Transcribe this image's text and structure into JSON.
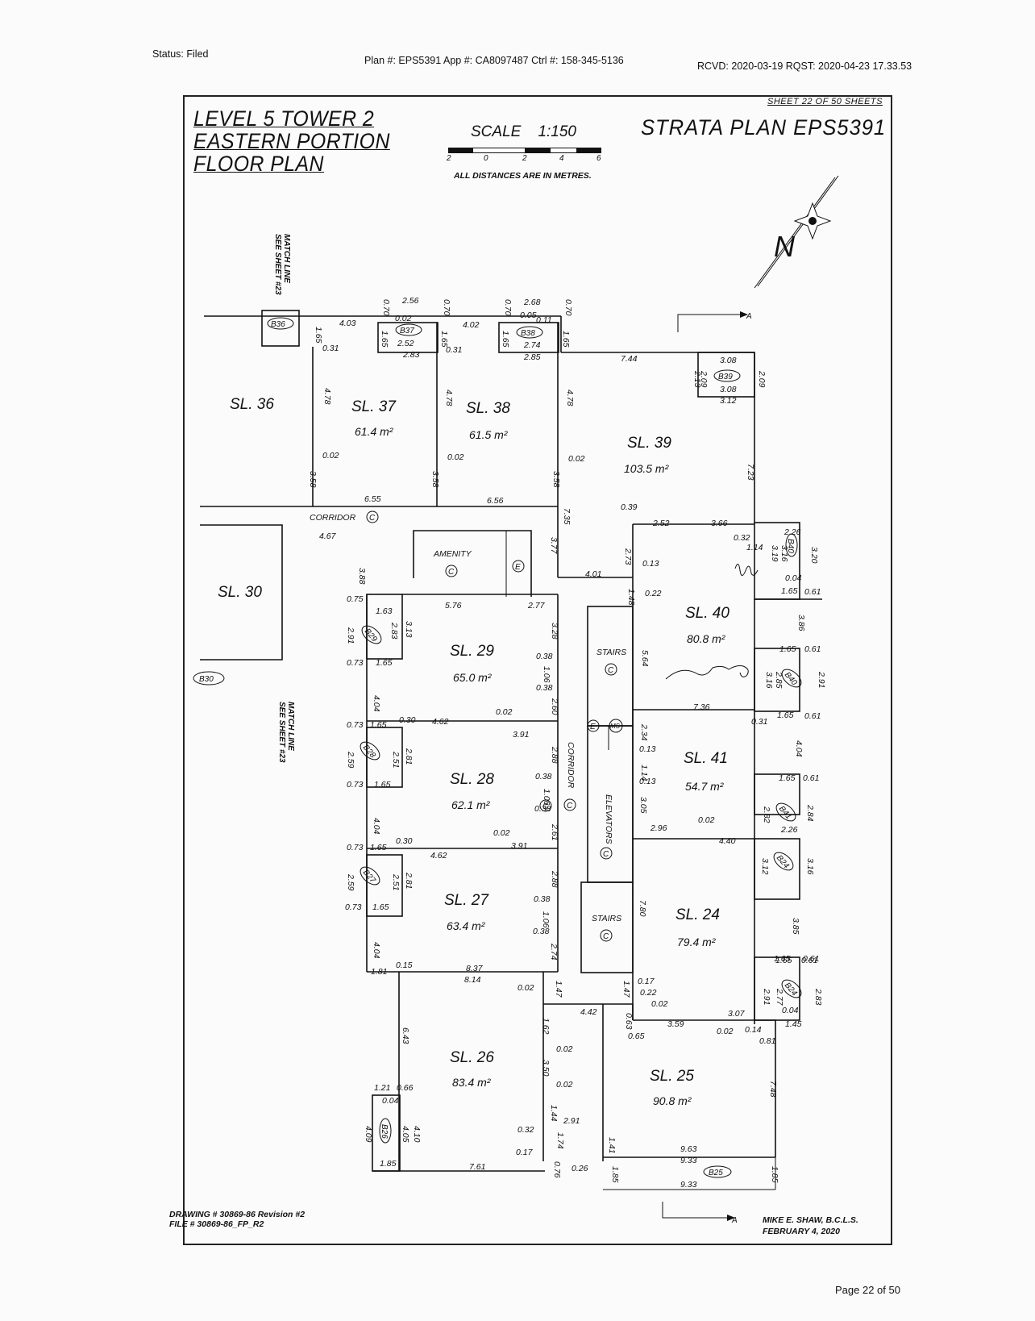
{
  "header": {
    "status": "Status: Filed",
    "plan_info": "Plan #: EPS5391 App #: CA8097487 Ctrl #: 158-345-5136",
    "received": "RCVD: 2020-03-19 RQST: 2020-04-23 17.33.53"
  },
  "sheet": {
    "sheet_no": "SHEET 22 OF 50 SHEETS",
    "title_lines": [
      "LEVEL 5 TOWER 2",
      "EASTERN PORTION",
      "FLOOR PLAN"
    ],
    "strata_plan": "STRATA PLAN EPS5391",
    "scale_label": "SCALE",
    "scale_value": "1:150",
    "scale_ticks": [
      "2",
      "0",
      "2",
      "4",
      "6"
    ],
    "scale_note": "ALL DISTANCES ARE IN METRES.",
    "north": "N"
  },
  "match_lines": {
    "top": [
      "MATCH LINE",
      "SEE SHEET #23"
    ],
    "bottom": [
      "MATCH LINE",
      "SEE SHEET #23"
    ]
  },
  "lots": [
    {
      "id": "SL. 36",
      "area": ""
    },
    {
      "id": "SL. 37",
      "area": "61.4 m²"
    },
    {
      "id": "SL. 38",
      "area": "61.5 m²"
    },
    {
      "id": "SL. 39",
      "area": "103.5 m²"
    },
    {
      "id": "SL. 30",
      "area": ""
    },
    {
      "id": "SL. 40",
      "area": "80.8 m²"
    },
    {
      "id": "SL. 29",
      "area": "65.0 m²"
    },
    {
      "id": "SL. 41",
      "area": "54.7 m²"
    },
    {
      "id": "SL. 28",
      "area": "62.1 m²"
    },
    {
      "id": "SL. 27",
      "area": "63.4 m²"
    },
    {
      "id": "SL. 24",
      "area": "79.4 m²"
    },
    {
      "id": "SL. 26",
      "area": "83.4 m²"
    },
    {
      "id": "SL. 25",
      "area": "90.8 m²"
    }
  ],
  "common": {
    "corridor_top": "CORRIDOR",
    "amenity": "AMENITY",
    "stairs_1": "STAIRS",
    "stairs_2": "STAIRS",
    "elevators": "ELEVATORS",
    "corridor_vertical": "CORRIDOR",
    "circle_c": "C",
    "circle_e": "E",
    "circle_ms": "MS",
    "section_arrow": "A"
  },
  "storage": [
    "B36",
    "B37",
    "B38",
    "B39",
    "B30",
    "B40",
    "B29",
    "B28",
    "B27",
    "B40",
    "B41",
    "B24",
    "B24",
    "B26",
    "B25"
  ],
  "dims": {
    "d_403": "4.03",
    "d_402": "4.02",
    "d_256": "2.56",
    "d_268": "2.68",
    "d_002a": "0.02",
    "d_005": "0.05",
    "d_011": "0.11",
    "d_252": "2.52",
    "d_283": "2.83",
    "d_274": "2.74",
    "d_285": "2.85",
    "d_031a": "0.31",
    "d_031b": "0.31",
    "d_070a": "0.70",
    "d_070b": "0.70",
    "d_070c": "0.70",
    "d_070d": "0.70",
    "d_165a": "1.65",
    "d_165b": "1.65",
    "d_165c": "1.65",
    "d_165d": "1.65",
    "d_165e": "1.65",
    "d_478a": "4.78",
    "d_478b": "4.78",
    "d_478c": "4.78",
    "d_744": "7.44",
    "d_308a": "3.08",
    "d_308b": "3.08",
    "d_312": "3.12",
    "d_209a": "2.09",
    "d_209b": "2.09",
    "d_213": "2.13",
    "d_358a": "3.58",
    "d_358b": "3.58",
    "d_358c": "3.58",
    "d_002b": "0.02",
    "d_002c": "0.02",
    "d_002d": "0.02",
    "d_655": "6.55",
    "d_656": "6.56",
    "d_735": "7.35",
    "d_723": "7.23",
    "d_467": "4.67",
    "d_377": "3.77",
    "d_039": "0.39",
    "d_252b": "2.52",
    "d_366": "3.66",
    "d_032": "0.32",
    "d_114": "1.14",
    "d_226": "2.26",
    "d_316": "3.16",
    "d_319": "3.19",
    "d_320": "3.20",
    "d_004": "0.04",
    "d_165f": "1.65",
    "d_061a": "0.61",
    "d_388": "3.88",
    "d_075": "0.75",
    "d_163": "1.63",
    "d_283b": "2.83",
    "d_313": "3.13",
    "d_291": "2.91",
    "d_576": "5.76",
    "d_277": "2.77",
    "d_401": "4.01",
    "d_273": "2.73",
    "d_013a": "0.13",
    "d_022a": "0.22",
    "d_148": "1.48",
    "d_073a": "0.73",
    "d_165g": "1.65",
    "d_328": "3.28",
    "d_038a": "0.38",
    "d_106a": "1.06",
    "d_038b": "0.38",
    "d_564": "5.64",
    "d_386": "3.86",
    "d_165h": "1.65",
    "d_061b": "0.61",
    "d_285b": "2.85",
    "d_316b": "3.16",
    "d_291b": "2.91",
    "d_736": "7.36",
    "d_031c": "0.31",
    "d_165i": "1.65",
    "d_061c": "0.61",
    "d_404a": "4.04",
    "d_073b": "0.73",
    "d_165j": "1.65",
    "d_030a": "0.30",
    "d_462a": "4.62",
    "d_002e": "0.02",
    "d_391a": "3.91",
    "d_260": "2.60",
    "d_234": "2.34",
    "d_013b": "0.13",
    "d_114b": "1.14",
    "d_013c": "0.13",
    "d_404b": "4.04",
    "d_259a": "2.59",
    "d_281a": "2.81",
    "d_251a": "2.51",
    "d_073c": "0.73",
    "d_165k": "1.65",
    "d_288a": "2.88",
    "d_038c": "0.38",
    "d_106b": "1.06",
    "d_038d": "0.38",
    "d_261": "2.61",
    "d_305": "3.05",
    "d_296": "2.96",
    "d_002f": "0.02",
    "d_440": "4.40",
    "d_282": "2.82",
    "d_284": "2.84",
    "d_226b": "2.26",
    "d_165l": "1.65",
    "d_061d": "0.61",
    "d_404c": "4.04",
    "d_073d": "0.73",
    "d_165m": "1.65",
    "d_030b": "0.30",
    "d_462b": "4.62",
    "d_002g": "0.02",
    "d_391b": "3.91",
    "d_312b": "3.12",
    "d_316c": "3.16",
    "d_259b": "2.59",
    "d_281b": "2.81",
    "d_251b": "2.51",
    "d_073e": "0.73",
    "d_165n": "1.65",
    "d_288b": "2.88",
    "d_038e": "0.38",
    "d_106c": "1.06",
    "d_038f": "0.38",
    "d_274b": "2.74",
    "d_780": "7.80",
    "d_385": "3.85",
    "d_165o": "1.65",
    "d_061e": "0.61",
    "d_404d": "4.04",
    "d_181": "1.81",
    "d_015": "0.15",
    "d_837": "8.37",
    "d_814": "8.14",
    "d_002h": "0.02",
    "d_147a": "1.47",
    "d_147b": "1.47",
    "d_442": "4.42",
    "d_017a": "0.17",
    "d_022b": "0.22",
    "d_002i": "0.02",
    "d_063": "0.63",
    "d_065": "0.65",
    "d_359": "3.59",
    "d_307": "3.07",
    "d_002j": "0.02",
    "d_014": "0.14",
    "d_081": "0.81",
    "d_145": "1.45",
    "d_165p": "1.65",
    "d_061f": "0.61",
    "d_277b": "2.77",
    "d_291c": "2.91",
    "d_283c": "2.83",
    "d_004b": "0.04",
    "d_643": "6.43",
    "d_162": "1.62",
    "d_002k": "0.02",
    "d_350": "3.50",
    "d_002l": "0.02",
    "d_748": "7.48",
    "d_121": "1.21",
    "d_066": "0.66",
    "d_004c": "0.04",
    "d_409": "4.09",
    "d_405": "4.05",
    "d_410": "4.10",
    "d_144": "1.44",
    "d_291d": "2.91",
    "d_032b": "0.32",
    "d_017b": "0.17",
    "d_174": "1.74",
    "d_076": "0.76",
    "d_141": "1.41",
    "d_963": "9.63",
    "d_933a": "9.33",
    "d_933b": "9.33",
    "d_185a": "1.85",
    "d_761": "7.61",
    "d_026": "0.26",
    "d_185b": "1.85",
    "d_185c": "1.85"
  },
  "footer": {
    "drawing": "DRAWING # 30869-86 Revision #2",
    "file": "FILE # 30869-86_FP_R2",
    "surveyor": "MIKE E. SHAW, B.C.L.S.",
    "date": "FEBRUARY 4, 2020",
    "page": "Page 22 of 50"
  }
}
